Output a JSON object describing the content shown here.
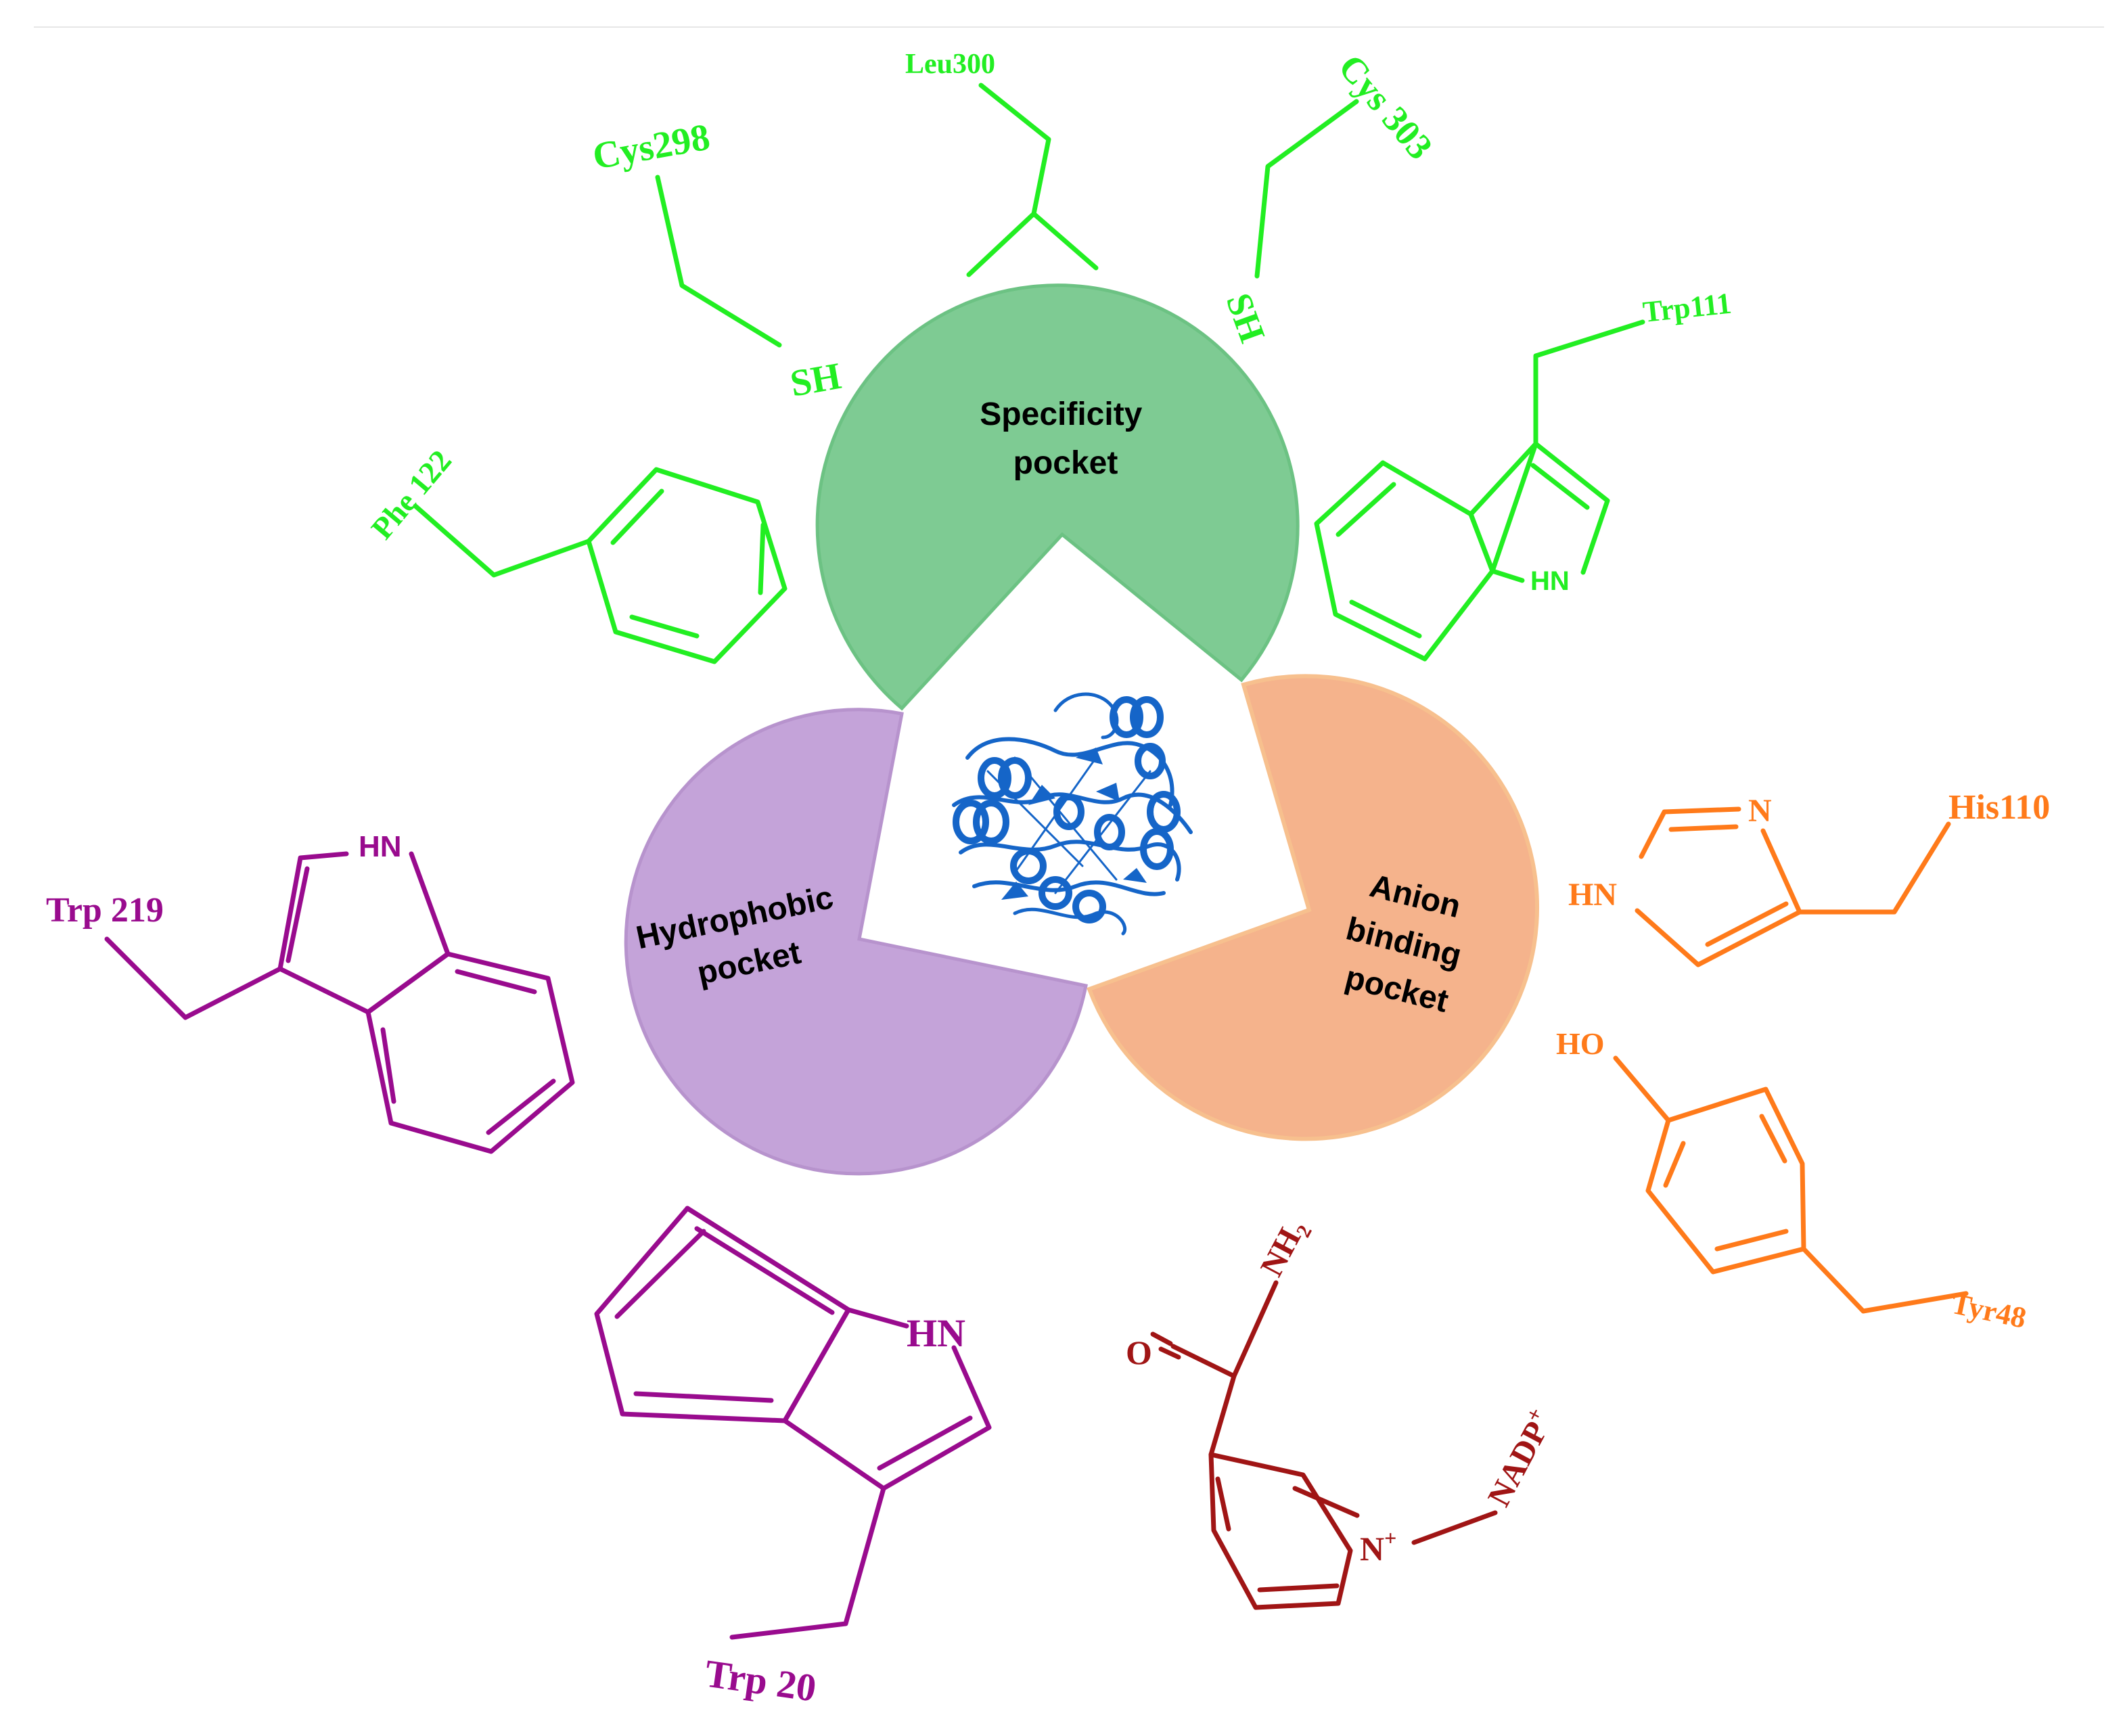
{
  "colors": {
    "specificity": "#7ecb93",
    "specificity_stroke": "#6cc283",
    "hydrophobic": "#c4a3d9",
    "hydrophobic_stroke": "#b793cd",
    "anion": "#f5b38c",
    "anion_stroke": "#f7c08e",
    "green": "#22ee22",
    "purple": "#990b8e",
    "orange": "#ff7a1a",
    "darkred": "#a01515",
    "protein": "#1565c8"
  },
  "pockets": {
    "specificity": [
      "Specificity",
      "pocket"
    ],
    "hydrophobic": [
      "Hydrophobic",
      "pocket"
    ],
    "anion": [
      "Anion",
      "binding",
      "pocket"
    ]
  },
  "center": {
    "icon": "protein-ribbon-structure"
  },
  "residues": {
    "leu300": "Leu300",
    "cys298": "Cys298",
    "cys303": "Cys 303",
    "sh": "SH",
    "trp111": "Trp111",
    "hn": "HN",
    "phe122": "Phe 122",
    "his110": "His110",
    "n": "N",
    "ho": "HO",
    "tyr48": "Tyr48",
    "trp219": "Trp 219",
    "trp20": "Trp 20",
    "nh2": "NH",
    "nh2_sub": "2",
    "o": "O",
    "n_plus": "N",
    "plus": "+",
    "nadp": "NADP",
    "nadp_sup": "+"
  }
}
